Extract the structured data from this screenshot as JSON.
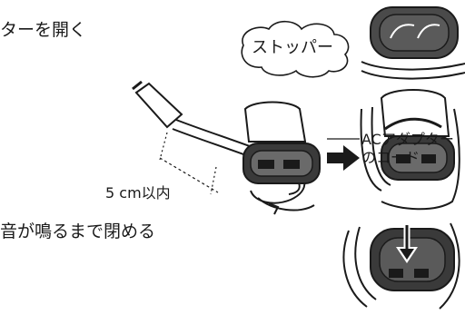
{
  "instructions": {
    "step_open": "ターを開く",
    "step_close": "音が鳴るまで閉める"
  },
  "labels": {
    "stopper": "ストッパー",
    "cord_line1": "ACアダプター",
    "cord_line2": "のコード",
    "distance": "5 cm以内"
  },
  "colors": {
    "ink": "#1a1a1a",
    "core": "#3a3a3a",
    "core_light": "#7a7a7a"
  }
}
